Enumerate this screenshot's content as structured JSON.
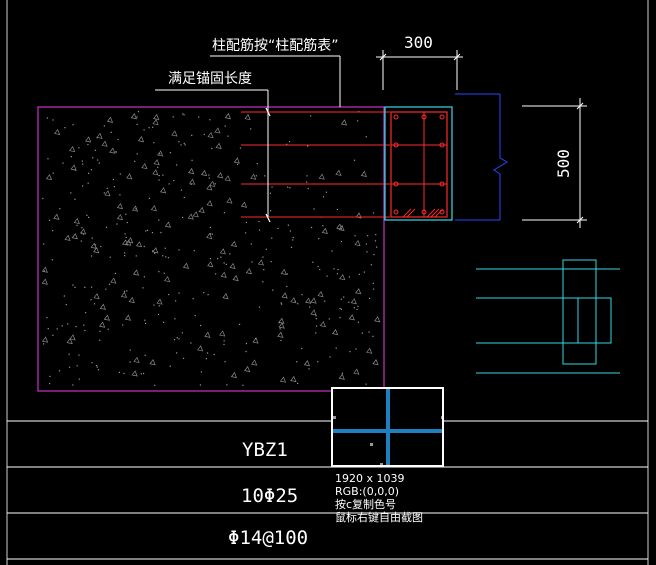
{
  "annotations": {
    "column_rebar_note": "柱配筋按“柱配筋表”",
    "anchorage_note": "满足锚固长度",
    "dim_width": "300",
    "dim_height": "500"
  },
  "table": {
    "name": "YBZ1",
    "longitudinal_rebar": "10Φ25",
    "stirrup": "Φ14@100"
  },
  "magnifier": {
    "resolution": "1920 x 1039",
    "rgb": "RGB:(0,0,0)",
    "copy_hint": "按c复制色号",
    "capture_hint": "鼠标右键自由截图"
  },
  "colors": {
    "background": "#000000",
    "slab_outline": "#c832c8",
    "rebar": "#ff2a2a",
    "column_outline": "#35d8e6",
    "dimension": "#ffffff",
    "blue_line": "#2848ff",
    "magnifier_line": "#1f80c0"
  }
}
